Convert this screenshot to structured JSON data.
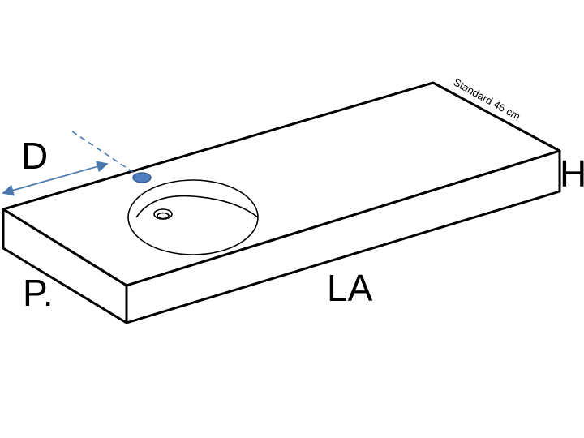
{
  "labels": {
    "depth": "D",
    "height": "H",
    "length": "LA",
    "width": "P.",
    "standard_depth": "Standard 46 cm"
  },
  "colors": {
    "outline": "#000000",
    "dimension_arrow": "#4a7ab0",
    "tap_hole": "#4f7fc0"
  }
}
